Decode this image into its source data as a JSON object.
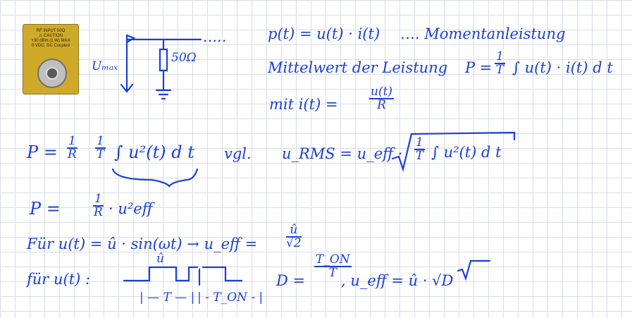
{
  "photo": {
    "label_lines": [
      "RF INPUT 50Ω",
      "⚠ CAUTION",
      "+30 dBm (1 W) MAX",
      "0 VDC, DC Coupled"
    ]
  },
  "circuit": {
    "source_label": "Uₘₐₓ",
    "resistor_label": "50Ω",
    "dots": "....."
  },
  "notes": {
    "line1_left": "p(t) = u(t) · i(t)",
    "line1_right": "…. Momentanleistung",
    "line2_left": "Mittelwert der Leistung",
    "line2_p": "P =",
    "line2_frac_num": "1",
    "line2_frac_den": "T",
    "line2_int": "∫ u(t) · i(t) d t",
    "line3_left": "mit  i(t) =",
    "line3_num": "u(t)",
    "line3_den": "R",
    "line4_p": "P =",
    "line4_f1_num": "1",
    "line4_f1_den": "R",
    "line4_f2_num": "1",
    "line4_f2_den": "T",
    "line4_int": "∫ u²(t) d t",
    "line4_vgl": "vgl.",
    "line4_urms": "u_RMS = u_eff ·",
    "line4_sqrt_num": "1",
    "line4_sqrt_den": "T",
    "line4_sqrt_int": "∫ u²(t) d t",
    "line5_p": "P =",
    "line5_num": "1",
    "line5_den": "R",
    "line5_ueff": "· u²eff",
    "line6_left": "Für  u(t) = û · sin(ωt)  →  u_eff =",
    "line6_num": "û",
    "line6_den": "√2",
    "line7_left": "für u(t) :",
    "line7_uhat": "û",
    "line7_T": "| — T — |",
    "line7_Ton": "| - T_ON - |",
    "line7_D": "D =",
    "line7_num": "T_ON",
    "line7_den": "T",
    "line7_ueff": ",  u_eff = û · √D"
  }
}
